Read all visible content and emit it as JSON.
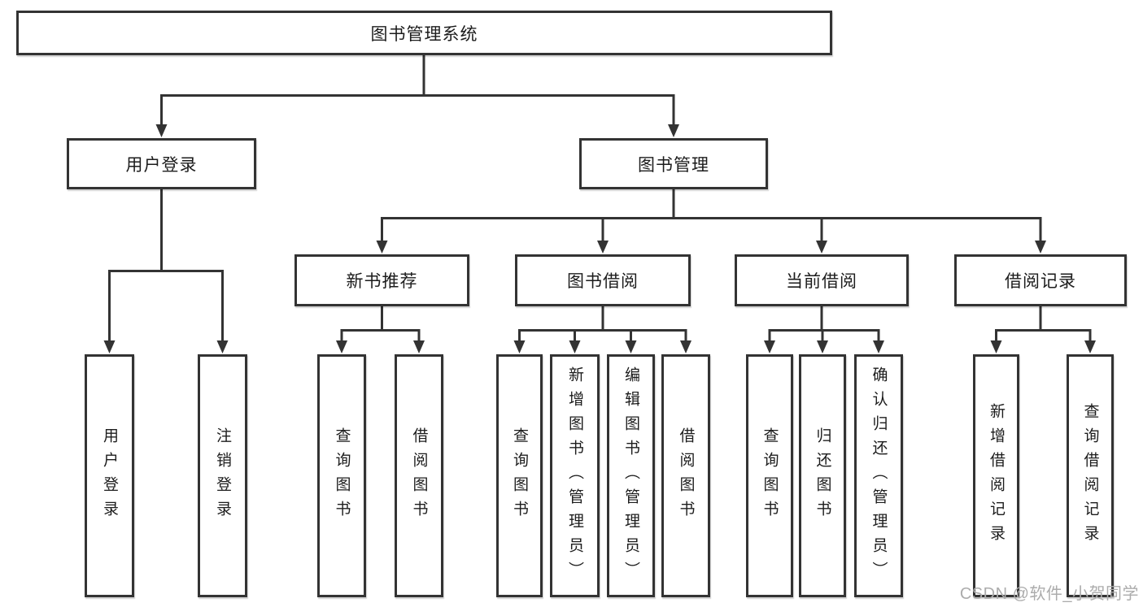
{
  "diagram": {
    "root": {
      "label": "图书管理系统"
    },
    "branches": [
      {
        "label": "用户登录"
      },
      {
        "label": "图书管理"
      }
    ],
    "modules": [
      {
        "label": "新书推荐"
      },
      {
        "label": "图书借阅"
      },
      {
        "label": "当前借阅"
      },
      {
        "label": "借阅记录"
      }
    ],
    "leaves": {
      "user_login": [
        "用户登录",
        "注销登录"
      ],
      "new_book": [
        "查询图书",
        "借阅图书"
      ],
      "book_borrow": [
        "查询图书",
        "新增图书（管理员）",
        "编辑图书（管理员）",
        "借阅图书"
      ],
      "current_borrow": [
        "查询图书",
        "归还图书",
        "确认归还（管理员）"
      ],
      "borrow_record": [
        "新增借阅记录",
        "查询借阅记录"
      ]
    }
  },
  "watermark": {
    "text": "CSDN @软件_小贺同学"
  },
  "colors": {
    "line": "#333333",
    "box_border": "#333333",
    "text": "#1c1c1c",
    "watermark": "#acacac",
    "background": "#ffffff"
  }
}
